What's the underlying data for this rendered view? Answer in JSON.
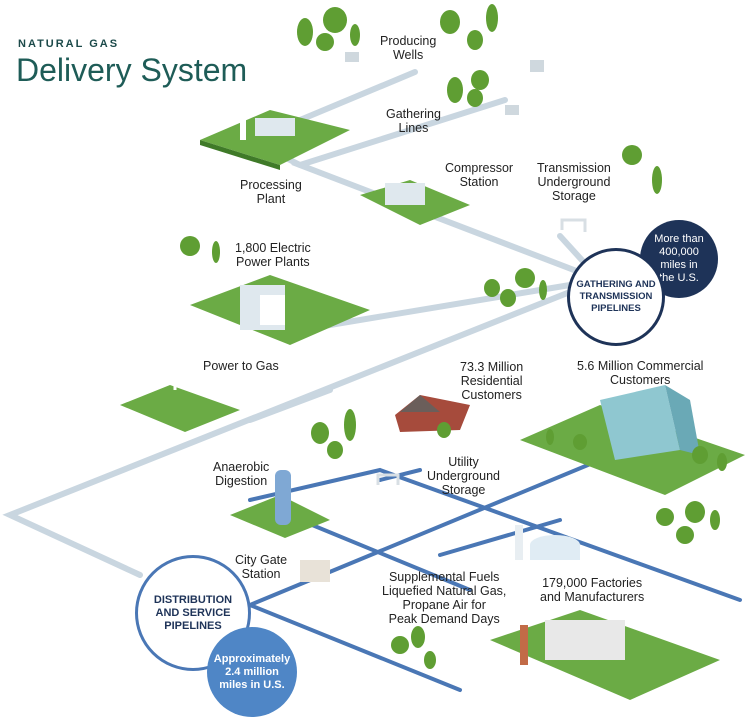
{
  "header": {
    "kicker": "NATURAL GAS",
    "title": "Delivery System"
  },
  "labels": {
    "producing_wells": "Producing\nWells",
    "gathering_lines": "Gathering\nLines",
    "processing_plant": "Processing\nPlant",
    "compressor_station": "Compressor\nStation",
    "transmission_storage": "Transmission\nUnderground\nStorage",
    "power_plants": "1,800 Electric\nPower Plants",
    "power_to_gas": "Power to Gas",
    "residential": "73.3 Million\nResidential\nCustomers",
    "commercial": "5.6 Million Commercial\nCustomers",
    "anaerobic": "Anaerobic\nDigestion",
    "utility_storage": "Utility\nUnderground\nStorage",
    "city_gate": "City Gate\nStation",
    "supplemental": "Supplemental Fuels\nLiquefied Natural Gas,\nPropane Air for\nPeak Demand Days",
    "factories": "179,000 Factories\nand Manufacturers"
  },
  "circles": {
    "transmission_miles": "More than\n400,000\nmiles in\nthe U.S.",
    "transmission_pipelines": "GATHERING AND\nTRANSMISSION\nPIPELINES",
    "distribution_pipelines": "DISTRIBUTION\nAND SERVICE\nPIPELINES",
    "distribution_miles": "Approximately\n2.4 million\nmiles in U.S."
  },
  "colors": {
    "title": "#1e5c57",
    "transmission_pipe": "#c9d6e0",
    "distribution_pipe": "#4a77b5",
    "navy_circle": "#1e3358",
    "blue_circle": "#4f86c6",
    "grass": "#6bab45",
    "tree": "#5f9e33"
  }
}
